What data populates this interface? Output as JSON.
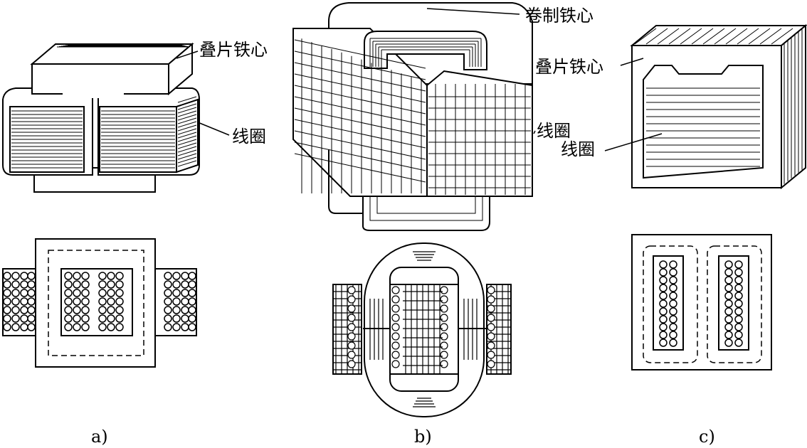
{
  "labels": {
    "a_core": "叠片铁心",
    "a_coil": "线圈",
    "b_core": "卷制铁心",
    "b_coil": "线圈",
    "c_core": "叠片铁心",
    "c_coil": "线圈"
  },
  "captions": {
    "a": "a)",
    "b": "b)",
    "c": "c)"
  },
  "colors": {
    "ink": "#000000",
    "paper": "#ffffff"
  }
}
